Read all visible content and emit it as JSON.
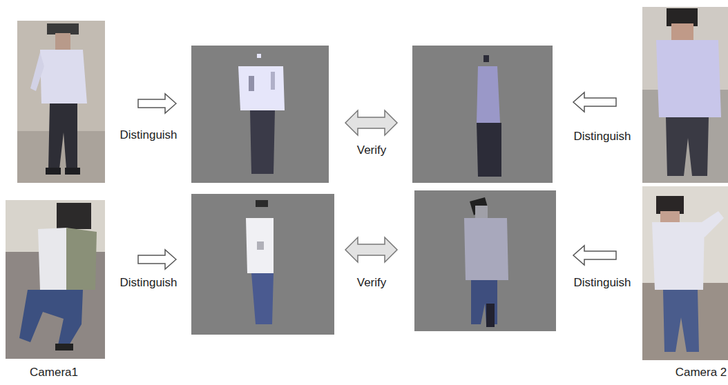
{
  "diagram": {
    "labels": [
      "Distinguish",
      "Verify",
      "Distinguish",
      "Distinguish",
      "Verify",
      "Distinguish",
      "Camera1",
      "Camera 2"
    ]
  }
}
